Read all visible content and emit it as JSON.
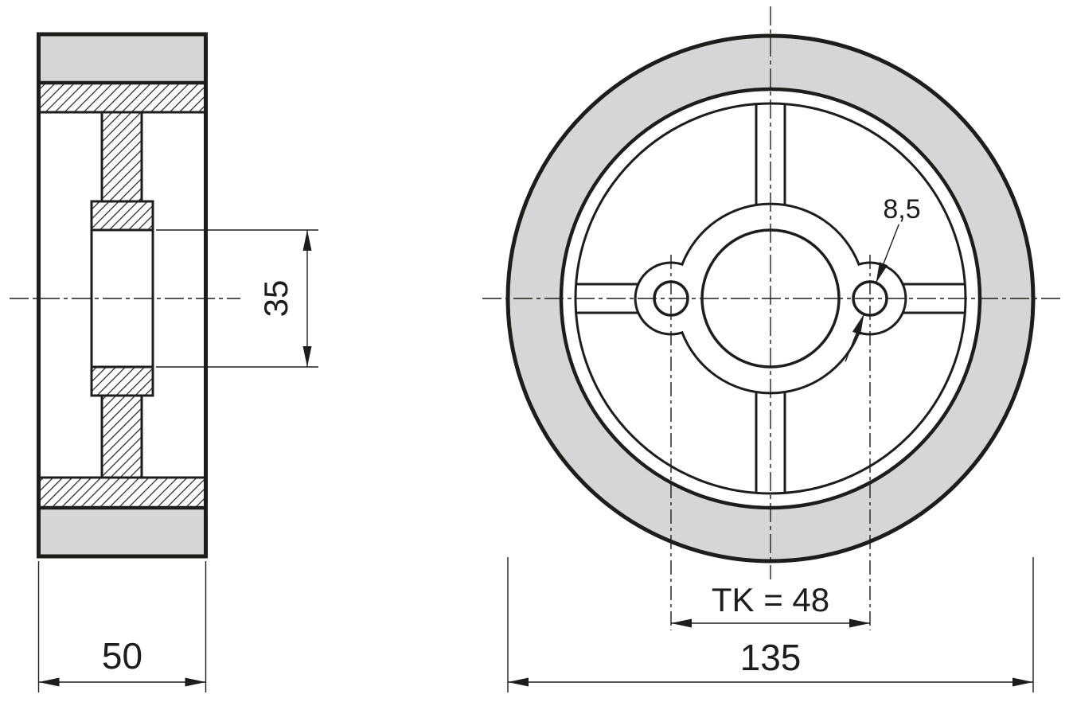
{
  "drawing": {
    "colors": {
      "line": "#1d1d1b",
      "gray_fill": "#d6d6d6",
      "background": "#ffffff"
    },
    "section_view": {
      "dimensions": {
        "width": "50",
        "bore_diameter": "35"
      }
    },
    "front_view": {
      "dimensions": {
        "outer_diameter": "135",
        "bolt_circle": "TK = 48",
        "hole_diameter": "8,5"
      }
    }
  }
}
